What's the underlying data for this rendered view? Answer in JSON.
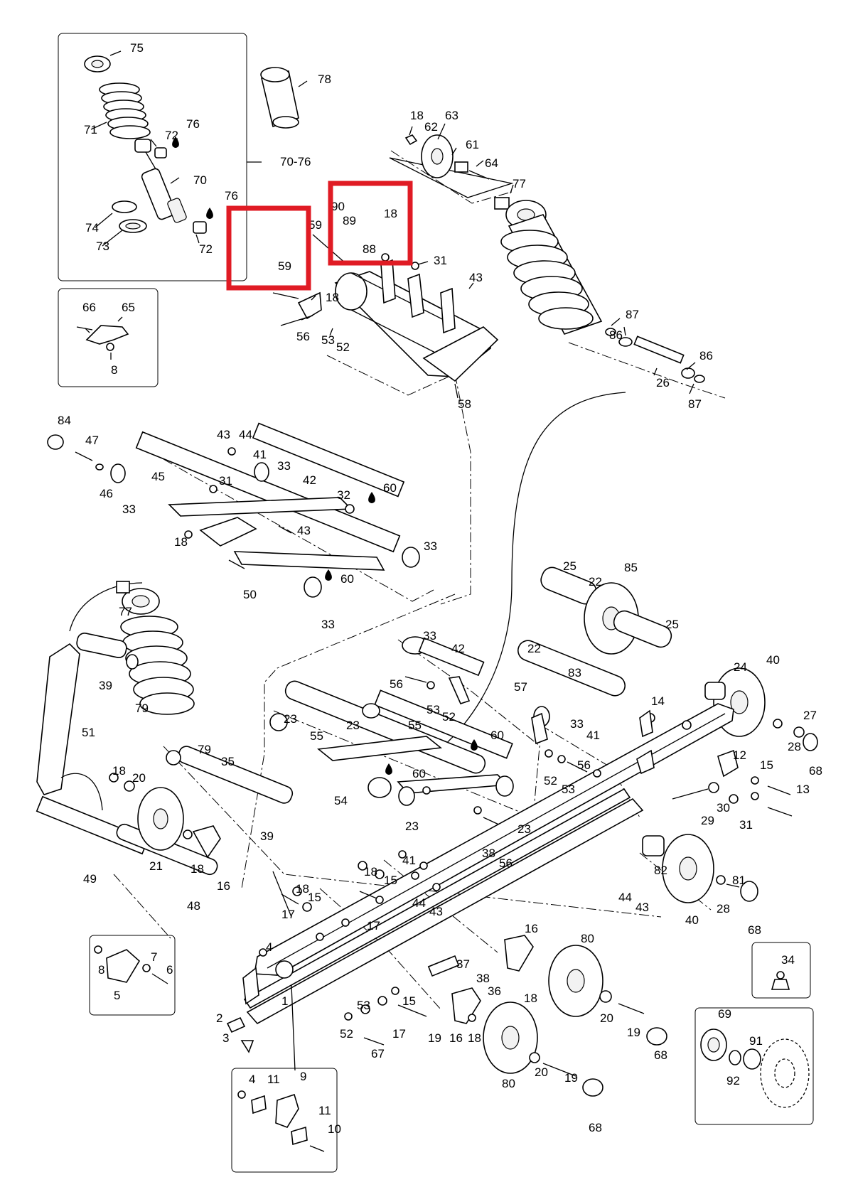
{
  "diagram": {
    "kit_label": "70-76",
    "highlight_color": "#e01b24",
    "callouts": [
      "1",
      "2",
      "3",
      "4",
      "5",
      "6",
      "7",
      "8",
      "9",
      "10",
      "11",
      "12",
      "13",
      "14",
      "15",
      "16",
      "17",
      "18",
      "19",
      "20",
      "21",
      "22",
      "23",
      "24",
      "25",
      "26",
      "27",
      "28",
      "29",
      "30",
      "31",
      "32",
      "33",
      "34",
      "35",
      "36",
      "37",
      "38",
      "39",
      "40",
      "41",
      "42",
      "43",
      "44",
      "45",
      "46",
      "47",
      "48",
      "49",
      "50",
      "51",
      "52",
      "53",
      "54",
      "55",
      "56",
      "57",
      "58",
      "59",
      "60",
      "61",
      "62",
      "63",
      "64",
      "65",
      "66",
      "67",
      "68",
      "69",
      "70",
      "71",
      "72",
      "73",
      "74",
      "75",
      "76",
      "77",
      "78",
      "79",
      "80",
      "81",
      "82",
      "83",
      "84",
      "85",
      "86",
      "87",
      "88",
      "89",
      "90",
      "91",
      "92"
    ],
    "highlighted_callouts": [
      "59",
      "18"
    ],
    "lubricant_icon": "oil-drop-icon"
  }
}
